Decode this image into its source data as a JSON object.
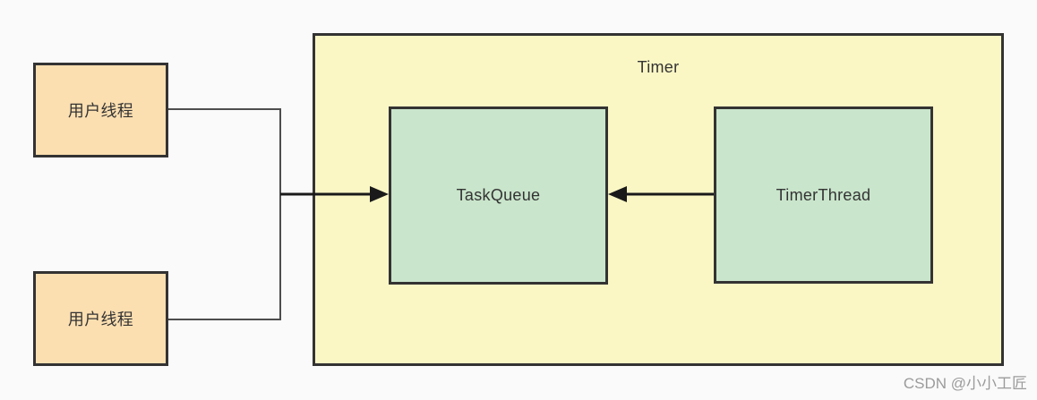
{
  "diagram": {
    "nodes": {
      "user_thread_1": {
        "label": "用户线程",
        "shape": "rect"
      },
      "user_thread_2": {
        "label": "用户线程",
        "shape": "rect"
      },
      "timer": {
        "label": "Timer",
        "shape": "container"
      },
      "task_queue": {
        "label": "TaskQueue",
        "shape": "rect"
      },
      "timer_thread": {
        "label": "TimerThread",
        "shape": "rect"
      }
    },
    "edges": [
      {
        "from": "user_thread_1",
        "to": "task_queue",
        "type": "arrow",
        "note": "merges with user_thread_2 connector before entering Timer"
      },
      {
        "from": "user_thread_2",
        "to": "task_queue",
        "type": "arrow",
        "note": "merges with user_thread_1 connector before entering Timer"
      },
      {
        "from": "timer_thread",
        "to": "task_queue",
        "type": "arrow"
      }
    ]
  },
  "colors": {
    "bg": "#fafafa",
    "user_thread_fill": "#fcdfb1",
    "timer_fill": "#fbf7c5",
    "inner_fill": "#c9e5cb",
    "border": "#333333",
    "text": "#333333",
    "connector": "#4d4d4d",
    "arrow": "#1a1a1a",
    "watermark_color": "#9b9b9b"
  },
  "watermark": {
    "text": "CSDN @小小工匠"
  }
}
